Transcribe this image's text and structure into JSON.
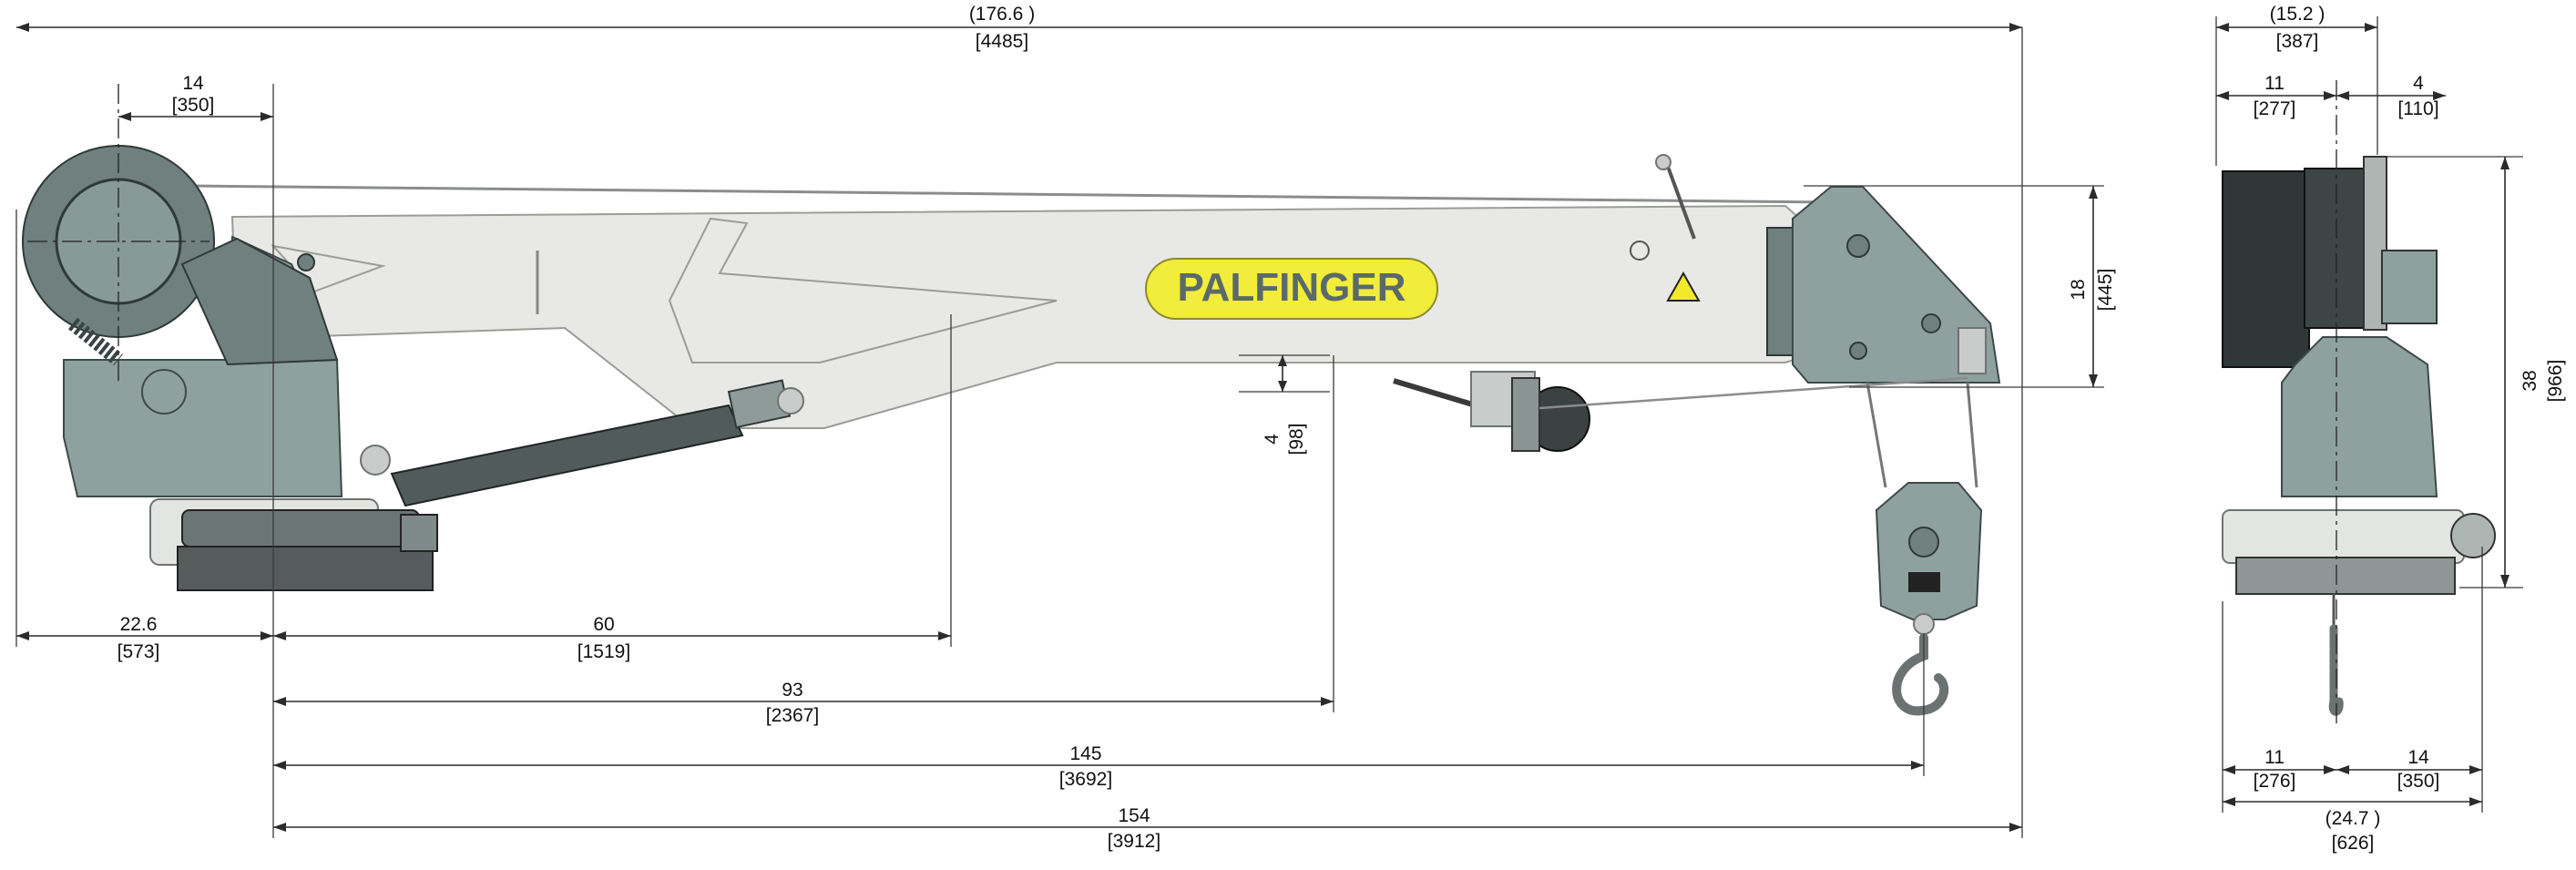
{
  "brand": {
    "logo_text": "PALFINGER",
    "logo_fill": "#f2ec3a",
    "logo_text_color": "#5a6a6a"
  },
  "colors": {
    "body_grey": "#8fa19f",
    "boom_white": "#e8e9e6",
    "dimension_line": "#2b2b2b"
  },
  "side_view": {
    "overall_length_in": "(176.6 )",
    "overall_length_mm": "[4485]",
    "slew_offset_in": "14",
    "slew_offset_mm": "[350]",
    "rear_length_in": "22.6",
    "rear_length_mm": "[573]",
    "cylinder_pin_in": "60",
    "cylinder_pin_mm": "[1519]",
    "winch_pos_in": "93",
    "winch_pos_mm": "[2367]",
    "hook_reach_in": "145",
    "hook_reach_mm": "[3692]",
    "max_reach_in": "154",
    "max_reach_mm": "[3912]",
    "boom_height_in": "18",
    "boom_height_mm": "[445]",
    "drop_in": "4",
    "drop_mm": "[98]"
  },
  "end_view": {
    "top_width_in": "(15.2 )",
    "top_width_mm": "[387]",
    "left_top_in": "11",
    "left_top_mm": "[277]",
    "right_top_in": "4",
    "right_top_mm": "[110]",
    "height_in": "38",
    "height_mm": "[966]",
    "left_bottom_in": "11",
    "left_bottom_mm": "[276]",
    "right_bottom_in": "14",
    "right_bottom_mm": "[350]",
    "base_width_in": "(24.7 )",
    "base_width_mm": "[626]"
  }
}
